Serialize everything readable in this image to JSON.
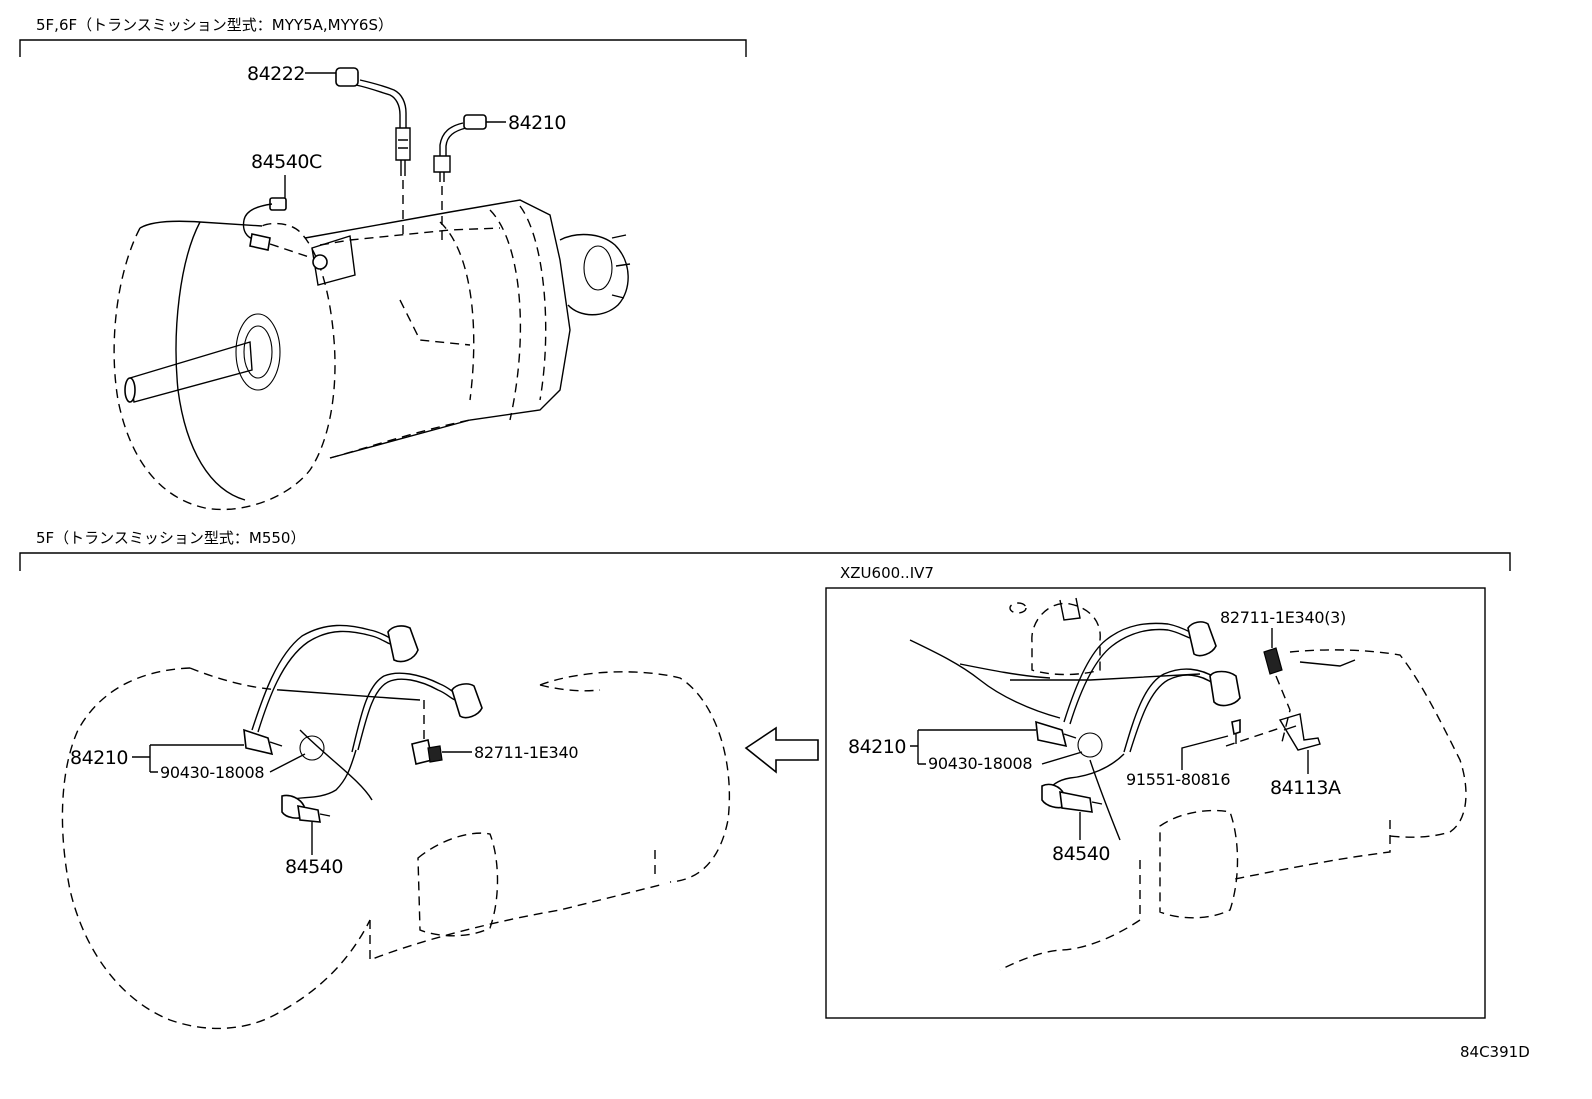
{
  "sections": {
    "top": {
      "title": "5F,6F（トランスミッション型式：MYY5A,MYY6S）"
    },
    "bottom": {
      "title": "5F（トランスミッション型式：M550）"
    },
    "inset": {
      "title": "XZU600..IV7"
    }
  },
  "parts": {
    "top_84222": "84222",
    "top_84210": "84210",
    "top_84540C": "84540C",
    "left_84210": "84210",
    "left_90430": "90430-18008",
    "left_82711": "82711-1E340",
    "left_84540": "84540",
    "inset_82711": "82711-1E340(3)",
    "inset_84210": "84210",
    "inset_90430": "90430-18008",
    "inset_91551": "91551-80816",
    "inset_84113A": "84113A",
    "inset_84540": "84540"
  },
  "diagram_id": "84C391D"
}
